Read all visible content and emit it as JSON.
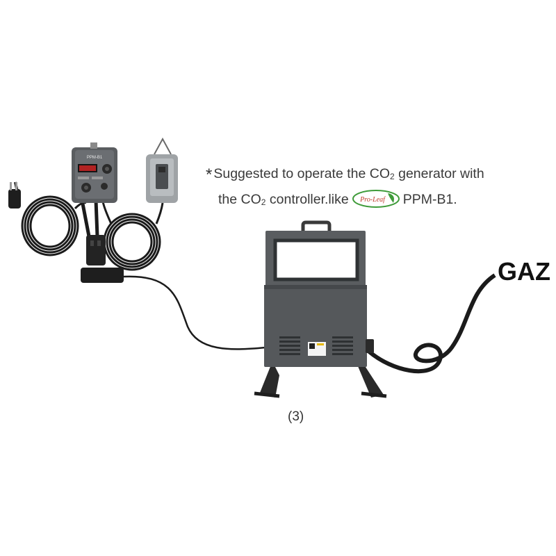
{
  "note": {
    "star": "*",
    "line1_a": "Suggested to operate the CO",
    "line1_sub": "2",
    "line1_b": " generator with",
    "line2_a": "the CO",
    "line2_sub": "2",
    "line2_b": " controller.like",
    "line2_c": "PPM-B1."
  },
  "brand_logo_text": "Pro-Leaf",
  "controller_label": "PPM-B1",
  "gas_label": "GAZ",
  "caption": "(3)",
  "colors": {
    "generator_body": "#55585b",
    "generator_dark": "#3e4144",
    "cable": "#1b1b1b",
    "logo_green": "#3f9b3a",
    "text": "#3a3a3a"
  }
}
